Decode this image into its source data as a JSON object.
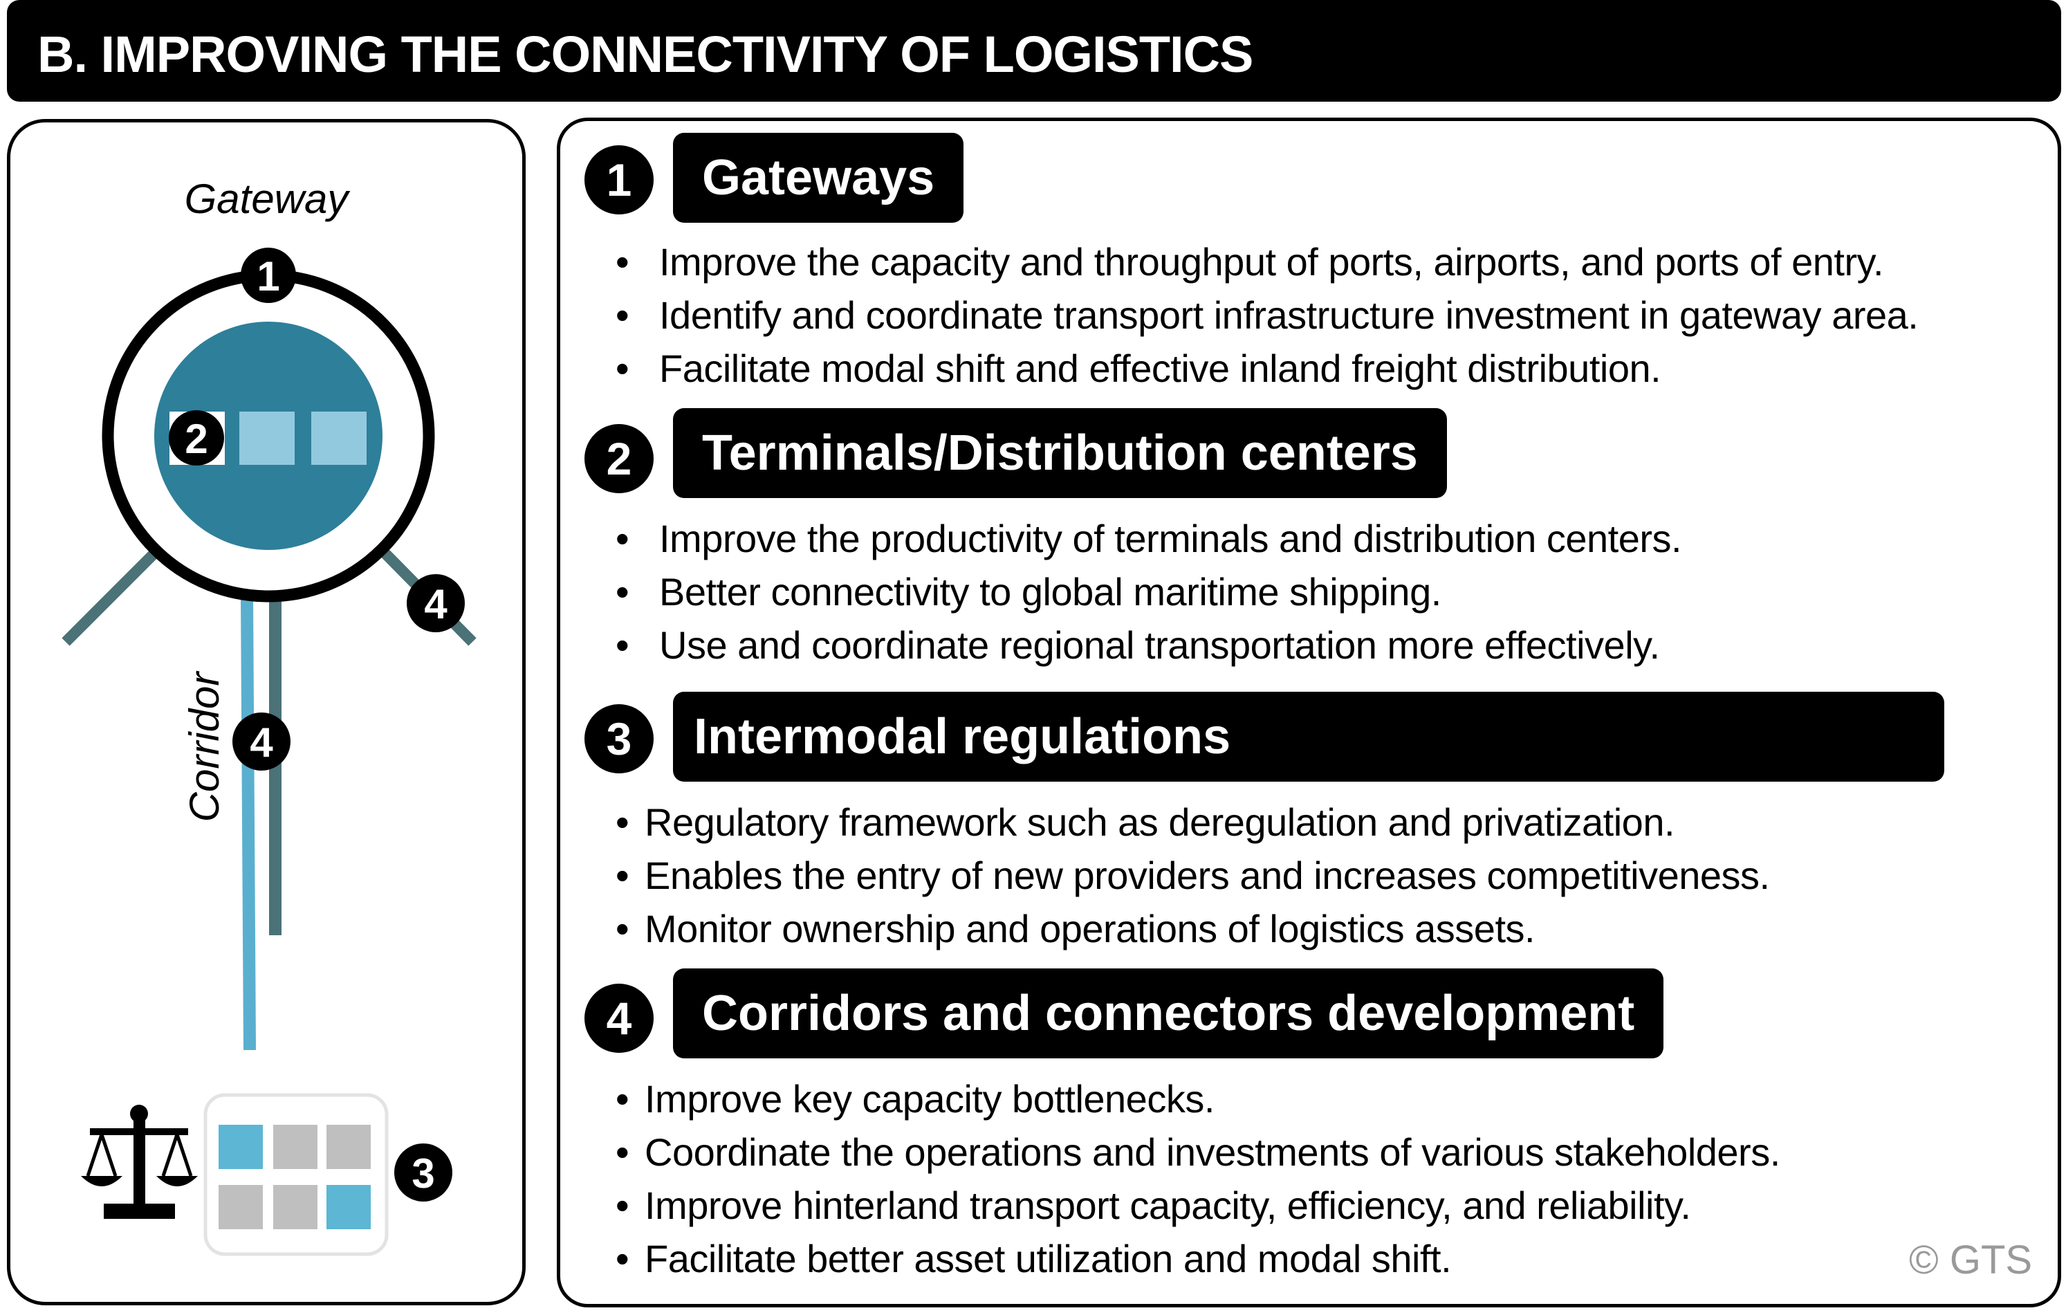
{
  "title": "B. IMPROVING THE CONNECTIVITY OF LOGISTICS",
  "diagram": {
    "gateway_label": "Gateway",
    "corridor_label": "Corridor",
    "markers": [
      "1",
      "2",
      "3",
      "4",
      "4"
    ],
    "colors": {
      "hub": "#2e7f9a",
      "light_square": "#93c9de",
      "corridor_blue": "#5aafcf",
      "corridor_dark": "#4a7277",
      "grid_blue": "#5cb6d4",
      "grid_gray": "#bfbfbf"
    },
    "icons": [
      "scales-icon"
    ]
  },
  "sections": [
    {
      "number": "1",
      "heading": "Gateways",
      "bullets": [
        "Improve the capacity and throughput of ports, airports, and ports of entry.",
        "Identify and coordinate transport infrastructure investment in gateway area.",
        "Facilitate modal shift and effective inland freight distribution."
      ]
    },
    {
      "number": "2",
      "heading": "Terminals/Distribution centers",
      "bullets": [
        "Improve the productivity of terminals and distribution centers.",
        "Better connectivity to global maritime shipping.",
        "Use and coordinate regional transportation more effectively."
      ]
    },
    {
      "number": "3",
      "heading": "Intermodal regulations",
      "bullets": [
        "Regulatory framework such as deregulation and privatization.",
        "Enables the entry of new providers and increases competitiveness.",
        "Monitor ownership and operations of logistics assets."
      ]
    },
    {
      "number": "4",
      "heading": "Corridors and connectors development",
      "bullets": [
        "Improve key capacity bottlenecks.",
        "Coordinate the operations and investments of various stakeholders.",
        "Improve hinterland transport capacity, efficiency, and reliability.",
        "Facilitate better asset utilization and modal shift."
      ]
    }
  ],
  "copyright": "© GTS"
}
